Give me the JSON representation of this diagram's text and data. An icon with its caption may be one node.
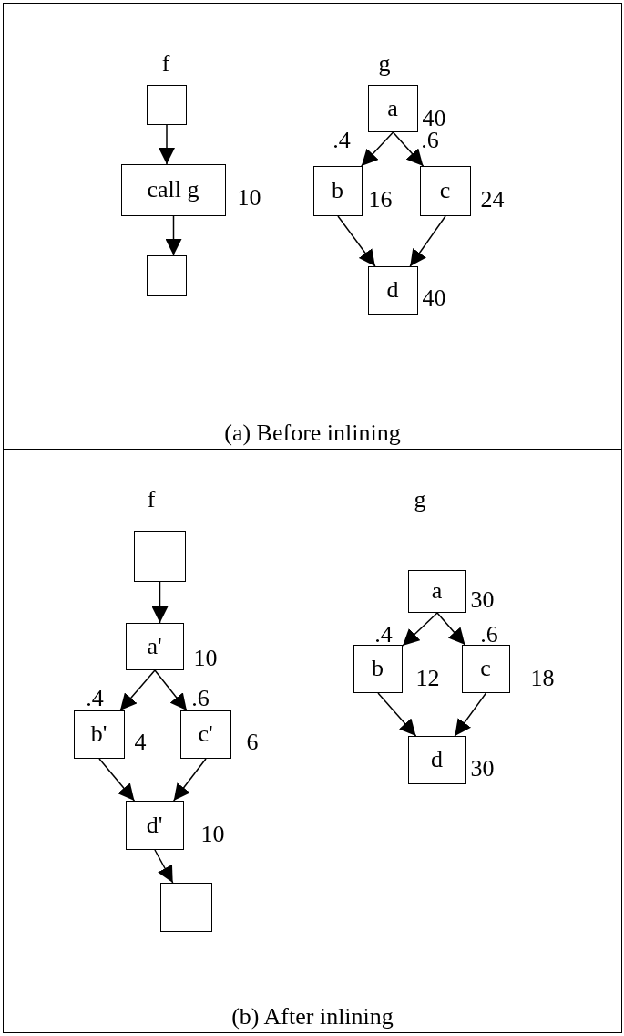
{
  "diagram": {
    "nodes": [
      {
        "text": [
          "(a) Before inlining"
        ]
      },
      {
        "text": [],
        "shape": "box",
        "in": 0
      },
      {
        "text": [
          "call g"
        ],
        "beside": [
          "10"
        ],
        "in": 0
      },
      {
        "text": [],
        "shape": "box",
        "in": 0
      },
      {
        "text": [
          "a"
        ],
        "beside": [
          "40"
        ],
        "in": 0
      },
      {
        "text": [
          "b"
        ],
        "beside": [
          "16"
        ],
        "in": 0
      },
      {
        "text": [
          "c"
        ],
        "beside": [
          "24"
        ],
        "in": 0
      },
      {
        "text": [
          "d"
        ],
        "beside": [
          "40"
        ],
        "in": 0
      },
      {
        "text": [
          "(b) After inlining"
        ]
      },
      {
        "text": [],
        "shape": "box",
        "in": 8
      },
      {
        "text": [
          "a'"
        ],
        "beside": [
          "10"
        ],
        "in": 8
      },
      {
        "text": [
          "b'"
        ],
        "beside": [
          "4"
        ],
        "in": 8
      },
      {
        "text": [
          "c'"
        ],
        "beside": [
          "6"
        ],
        "in": 8
      },
      {
        "text": [
          "d'"
        ],
        "beside": [
          "10"
        ],
        "in": 8
      },
      {
        "text": [],
        "shape": "box",
        "in": 8
      },
      {
        "text": [
          "a"
        ],
        "beside": [
          "30"
        ],
        "in": 8
      },
      {
        "text": [
          "b"
        ],
        "beside": [
          "12"
        ],
        "in": 8
      },
      {
        "text": [
          "c"
        ],
        "beside": [
          "18"
        ],
        "in": 8
      },
      {
        "text": [
          "d"
        ],
        "beside": [
          "30"
        ],
        "in": 8
      }
    ],
    "edges": [
      {
        "from": 1,
        "to": 2,
        "arrow": "to"
      },
      {
        "from": 2,
        "to": 3,
        "arrow": "to"
      },
      {
        "from": 4,
        "to": 5,
        "arrow": "to",
        "label": ".4"
      },
      {
        "from": 4,
        "to": 6,
        "arrow": "to",
        "label": ".6"
      },
      {
        "from": 5,
        "to": 7,
        "arrow": "to"
      },
      {
        "from": 6,
        "to": 7,
        "arrow": "to"
      },
      {
        "from": 9,
        "to": 10,
        "arrow": "to"
      },
      {
        "from": 10,
        "to": 11,
        "arrow": "to",
        "label": ".4"
      },
      {
        "from": 10,
        "to": 12,
        "arrow": "to",
        "label": ".6"
      },
      {
        "from": 11,
        "to": 13,
        "arrow": "to"
      },
      {
        "from": 12,
        "to": 13,
        "arrow": "to"
      },
      {
        "from": 13,
        "to": 14,
        "arrow": "to"
      },
      {
        "from": 15,
        "to": 16,
        "arrow": "to",
        "label": ".4"
      },
      {
        "from": 15,
        "to": 17,
        "arrow": "to",
        "label": ".6"
      },
      {
        "from": 16,
        "to": 18,
        "arrow": "to"
      },
      {
        "from": 17,
        "to": 18,
        "arrow": "to"
      }
    ],
    "labels": [
      "f",
      "g",
      "f",
      "g"
    ]
  }
}
